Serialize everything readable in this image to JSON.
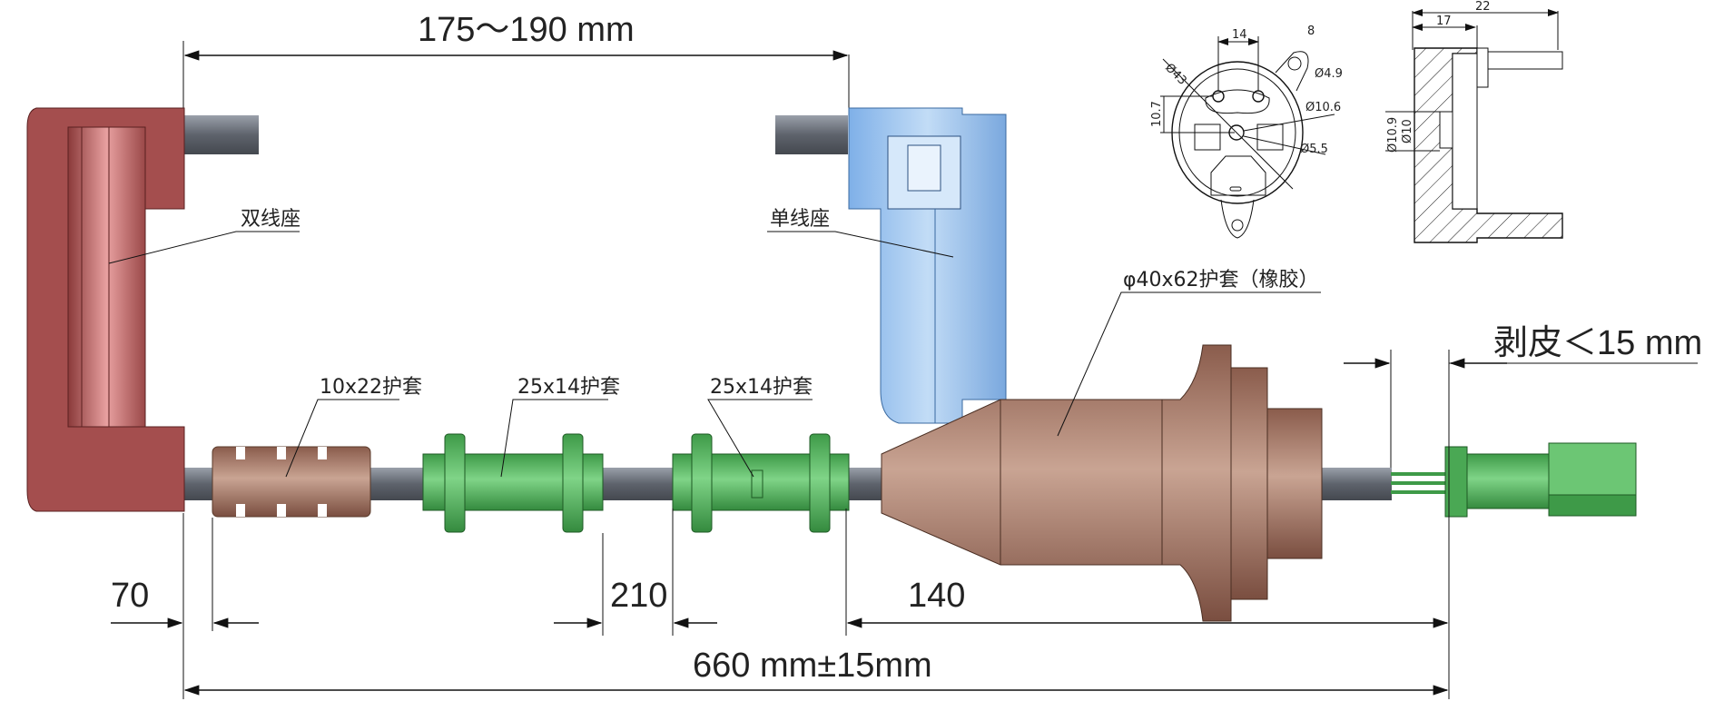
{
  "labels": {
    "double_seat": "双线座",
    "single_seat": "单线座",
    "sleeve_10x22": "10x22护套",
    "sleeve_25x14_a": "25x14护套",
    "sleeve_25x14_b": "25x14护套",
    "boot": "φ40x62护套（橡胶）",
    "strip": "剥皮＜15 mm"
  },
  "dimensions": {
    "top_span": "175～190  mm",
    "d70": "70",
    "d210": "210",
    "d140": "140",
    "total": "660   mm±15mm"
  },
  "front_view": {
    "d14": "14",
    "d8": "8",
    "phi43": "Ø43",
    "phi49": "Ø4.9",
    "d107": "10.7",
    "phi106": "Ø10.6",
    "phi55": "Ø5.5"
  },
  "side_view": {
    "d22": "22",
    "d17": "17",
    "phi109": "Ø10.9",
    "phi10": "Ø10"
  },
  "colors": {
    "red_seat": "#b05a5a",
    "blue_seat": "#8fbfee",
    "cable": "#6f7480",
    "brown": "#a6786a",
    "green": "#5db564"
  }
}
